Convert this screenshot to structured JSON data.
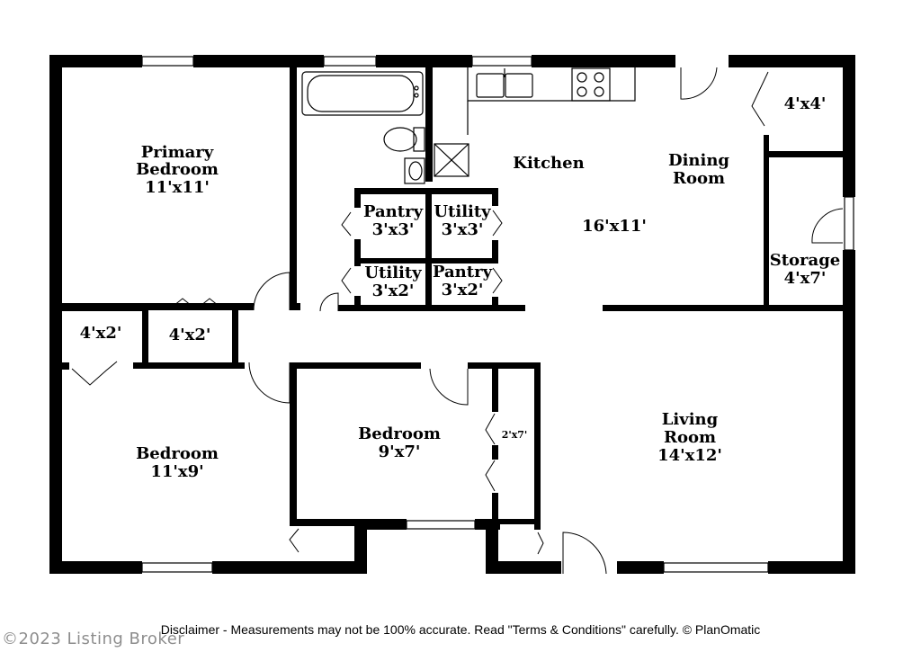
{
  "plan": {
    "wall_color": "#000000",
    "background": "#ffffff",
    "rooms": [
      {
        "id": "primary-bedroom",
        "lines": [
          "Primary",
          "Bedroom",
          "11'x11'"
        ]
      },
      {
        "id": "kitchen",
        "lines": [
          "Kitchen"
        ]
      },
      {
        "id": "dining-room",
        "lines": [
          "Dining",
          "Room"
        ]
      },
      {
        "id": "kitchen-dining-size",
        "lines": [
          "16'x11'"
        ]
      },
      {
        "id": "closet-4x4",
        "lines": [
          "4'x4'"
        ]
      },
      {
        "id": "storage",
        "lines": [
          "Storage",
          "4'x7'"
        ]
      },
      {
        "id": "pantry-upper",
        "lines": [
          "Pantry",
          "3'x3'"
        ]
      },
      {
        "id": "utility-upper",
        "lines": [
          "Utility",
          "3'x3'"
        ]
      },
      {
        "id": "utility-lower",
        "lines": [
          "Utility",
          "3'x2'"
        ]
      },
      {
        "id": "pantry-lower",
        "lines": [
          "Pantry",
          "3'x2'"
        ]
      },
      {
        "id": "closet-left",
        "lines": [
          "4'x2'"
        ]
      },
      {
        "id": "closet-right",
        "lines": [
          "4'x2'"
        ]
      },
      {
        "id": "bedroom-left",
        "lines": [
          "Bedroom",
          "11'x9'"
        ]
      },
      {
        "id": "bedroom-center",
        "lines": [
          "Bedroom",
          "9'x7'"
        ]
      },
      {
        "id": "closet-2x7",
        "lines": [
          "2'x7'"
        ]
      },
      {
        "id": "living-room",
        "lines": [
          "Living",
          "Room",
          "14'x12'"
        ]
      }
    ]
  },
  "footer": {
    "disclaimer": "Disclaimer - Measurements may not be 100% accurate. Read \"Terms & Conditions\" carefully. © PlanOmatic",
    "watermark": "©2023 Listing Broker"
  }
}
